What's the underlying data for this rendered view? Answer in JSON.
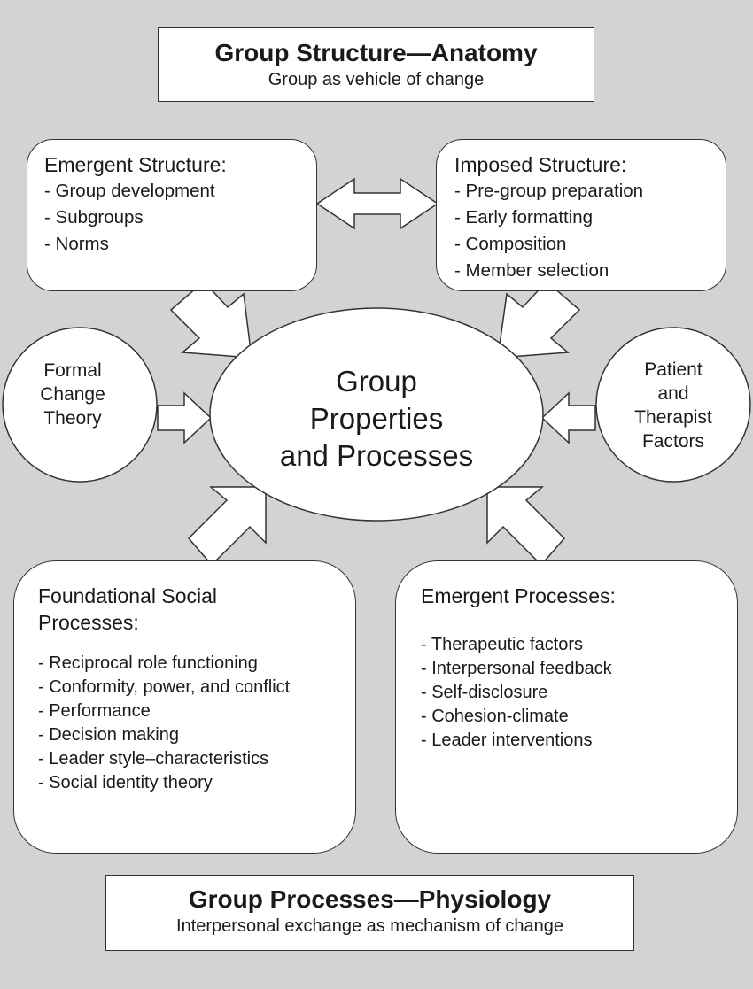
{
  "top_title": {
    "main": "Group Structure—Anatomy",
    "sub": "Group as vehicle of change"
  },
  "bottom_title": {
    "main": "Group Processes—Physiology",
    "sub": "Interpersonal exchange as mechanism of change"
  },
  "center": {
    "lines": [
      "Group",
      "Properties",
      "and Processes"
    ]
  },
  "emergent_structure": {
    "heading": "Emergent Structure:",
    "items": [
      "- Group development",
      "- Subgroups",
      "- Norms"
    ]
  },
  "imposed_structure": {
    "heading": "Imposed Structure:",
    "items": [
      "- Pre-group preparation",
      "- Early formatting",
      "- Composition",
      "- Member selection"
    ]
  },
  "formal_change_theory": {
    "lines": [
      "Formal",
      "Change",
      "Theory"
    ]
  },
  "patient_therapist": {
    "lines": [
      "Patient",
      "and",
      "Therapist",
      "Factors"
    ]
  },
  "foundational": {
    "heading_lines": [
      "Foundational Social",
      "Processes:"
    ],
    "items": [
      "- Reciprocal role functioning",
      "- Conformity, power, and conflict",
      "- Performance",
      "- Decision making",
      "- Leader style–characteristics",
      "- Social identity theory"
    ]
  },
  "emergent_processes": {
    "heading": "Emergent Processes:",
    "items": [
      "- Therapeutic factors",
      "- Interpersonal feedback",
      "- Self-disclosure",
      "- Cohesion-climate",
      "- Leader interventions"
    ]
  },
  "colors": {
    "background": "#d2d3d5",
    "box_fill": "#ffffff",
    "stroke": "#333333"
  }
}
